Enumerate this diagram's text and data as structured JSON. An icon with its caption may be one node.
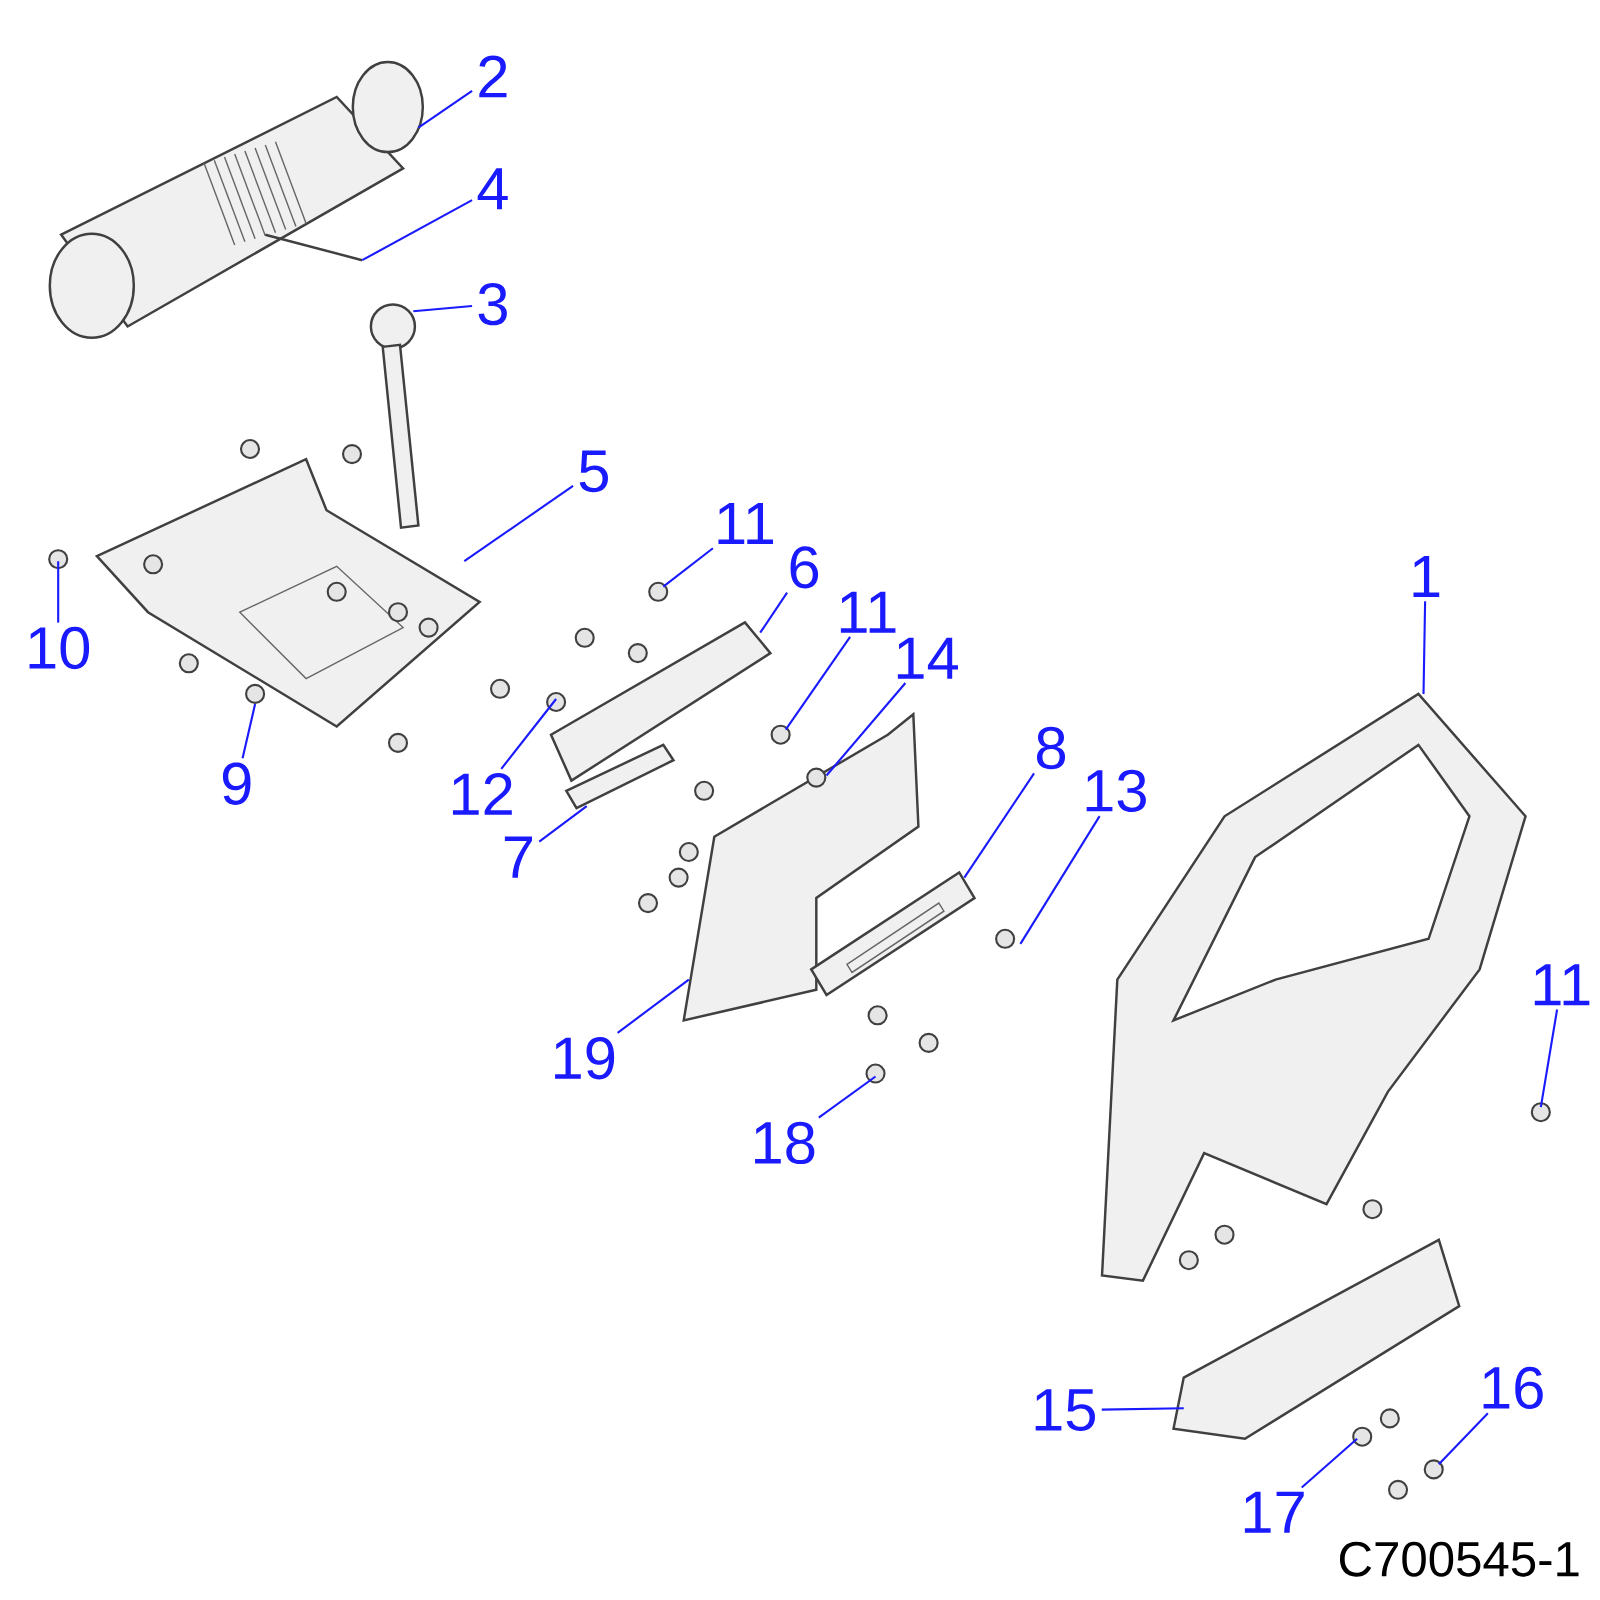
{
  "diagram": {
    "nodes": [
      {
        "text": [
          "1"
        ]
      },
      {
        "text": [
          "2"
        ]
      },
      {
        "text": [
          "3"
        ]
      },
      {
        "text": [
          "4"
        ]
      },
      {
        "text": [
          "5"
        ]
      },
      {
        "text": [
          "6"
        ]
      },
      {
        "text": [
          "7"
        ]
      },
      {
        "text": [
          "8"
        ]
      },
      {
        "text": [
          "9"
        ]
      },
      {
        "text": [
          "10"
        ]
      },
      {
        "text": [
          "11"
        ]
      },
      {
        "text": [
          "11"
        ]
      },
      {
        "text": [
          "11"
        ]
      },
      {
        "text": [
          "12"
        ]
      },
      {
        "text": [
          "13"
        ]
      },
      {
        "text": [
          "14"
        ]
      },
      {
        "text": [
          "15"
        ]
      },
      {
        "text": [
          "16"
        ]
      },
      {
        "text": [
          "17"
        ]
      },
      {
        "text": [
          "18"
        ]
      },
      {
        "text": [
          "19"
        ]
      }
    ],
    "edges": [
      {
        "from": 0,
        "to": null,
        "arrow": "none"
      },
      {
        "from": 1,
        "to": null,
        "arrow": "none"
      },
      {
        "from": 2,
        "to": null,
        "arrow": "none"
      },
      {
        "from": 3,
        "to": null,
        "arrow": "none"
      },
      {
        "from": 4,
        "to": null,
        "arrow": "none"
      },
      {
        "from": 5,
        "to": null,
        "arrow": "none"
      },
      {
        "from": 6,
        "to": null,
        "arrow": "none"
      },
      {
        "from": 7,
        "to": null,
        "arrow": "none"
      },
      {
        "from": 8,
        "to": null,
        "arrow": "none"
      },
      {
        "from": 9,
        "to": null,
        "arrow": "none"
      },
      {
        "from": 10,
        "to": null,
        "arrow": "none"
      },
      {
        "from": 11,
        "to": null,
        "arrow": "none"
      },
      {
        "from": 12,
        "to": null,
        "arrow": "none"
      },
      {
        "from": 13,
        "to": null,
        "arrow": "none"
      },
      {
        "from": 14,
        "to": null,
        "arrow": "none"
      },
      {
        "from": 15,
        "to": null,
        "arrow": "none"
      },
      {
        "from": 16,
        "to": null,
        "arrow": "none"
      },
      {
        "from": 17,
        "to": null,
        "arrow": "none"
      },
      {
        "from": 18,
        "to": null,
        "arrow": "none"
      },
      {
        "from": 19,
        "to": null,
        "arrow": "none"
      },
      {
        "from": 20,
        "to": null,
        "arrow": "none"
      }
    ],
    "labels": [
      "C700545-1"
    ]
  }
}
